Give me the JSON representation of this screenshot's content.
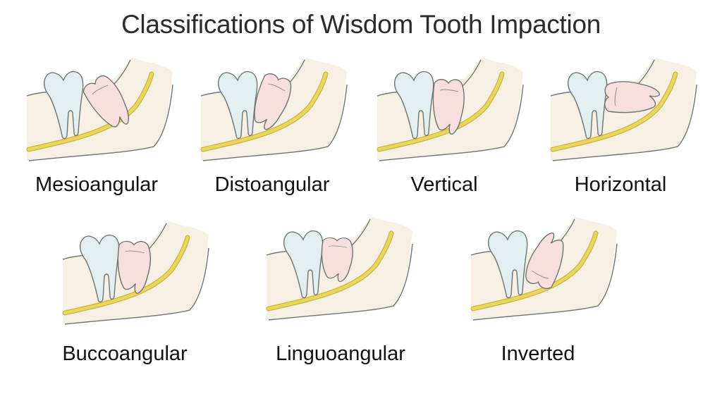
{
  "title": "Classifications of Wisdom Tooth Impaction",
  "colors": {
    "bone": "#f6f0e4",
    "outline": "#6e7570",
    "nerve": "#e9d65a",
    "nerve_edge": "#c9b43c",
    "second_molar": "#e3eef0",
    "wisdom_tooth": "#f7dfdd"
  },
  "classifications": [
    {
      "label": "Mesioangular",
      "wisdom_tooth_angle": 35
    },
    {
      "label": "Distoangular",
      "wisdom_tooth_angle": -20
    },
    {
      "label": "Vertical",
      "wisdom_tooth_angle": 0
    },
    {
      "label": "Horizontal",
      "wisdom_tooth_angle": 90
    },
    {
      "label": "Buccoangular",
      "wisdom_tooth_angle": 0
    },
    {
      "label": "Linguoangular",
      "wisdom_tooth_angle": 0
    },
    {
      "label": "Inverted",
      "wisdom_tooth_angle": 200
    }
  ]
}
